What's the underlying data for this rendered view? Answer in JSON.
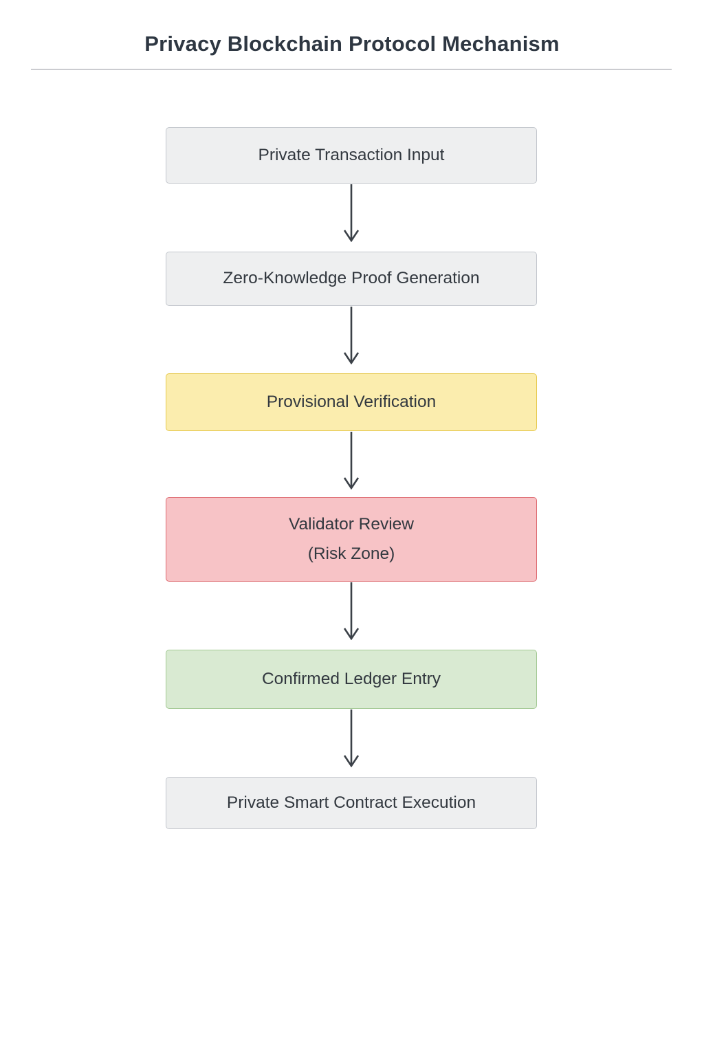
{
  "header": {
    "title": "Privacy Blockchain Protocol Mechanism"
  },
  "flowchart": {
    "type": "vertical-flow",
    "nodes": [
      {
        "id": "private-transaction-input",
        "label": "Private Transaction Input",
        "type": "default"
      },
      {
        "id": "zero-knowledge-proof",
        "label": "Zero-Knowledge Proof Generation",
        "type": "default"
      },
      {
        "id": "provisional-verification",
        "label": "Provisional Verification",
        "type": "warning"
      },
      {
        "id": "validator-review",
        "label": "Validator Review",
        "label_line2": "(Risk Zone)",
        "type": "danger"
      },
      {
        "id": "confirmed-ledger-entry",
        "label": "Confirmed Ledger Entry",
        "type": "success"
      },
      {
        "id": "private-smart-contract-exec",
        "label": "Private Smart Contract Execution",
        "type": "default"
      }
    ],
    "edges": [
      {
        "from": "private-transaction-input",
        "to": "zero-knowledge-proof"
      },
      {
        "from": "zero-knowledge-proof",
        "to": "provisional-verification"
      },
      {
        "from": "provisional-verification",
        "to": "validator-review"
      },
      {
        "from": "validator-review",
        "to": "confirmed-ledger-entry"
      },
      {
        "from": "confirmed-ledger-entry",
        "to": "private-smart-contract-exec"
      }
    ],
    "colors": {
      "title_text": "#2e3742",
      "divider": "#cbccd0",
      "node_text": "#32383f",
      "arrow": "#3b4148",
      "default_fill": "#eeeff0",
      "default_border": "#c3c7cd",
      "warning_fill": "#fbedae",
      "warning_border": "#e6c94e",
      "danger_fill": "#f7c3c6",
      "danger_border": "#dd6a70",
      "success_fill": "#d9ead2",
      "success_border": "#a3c993"
    }
  }
}
